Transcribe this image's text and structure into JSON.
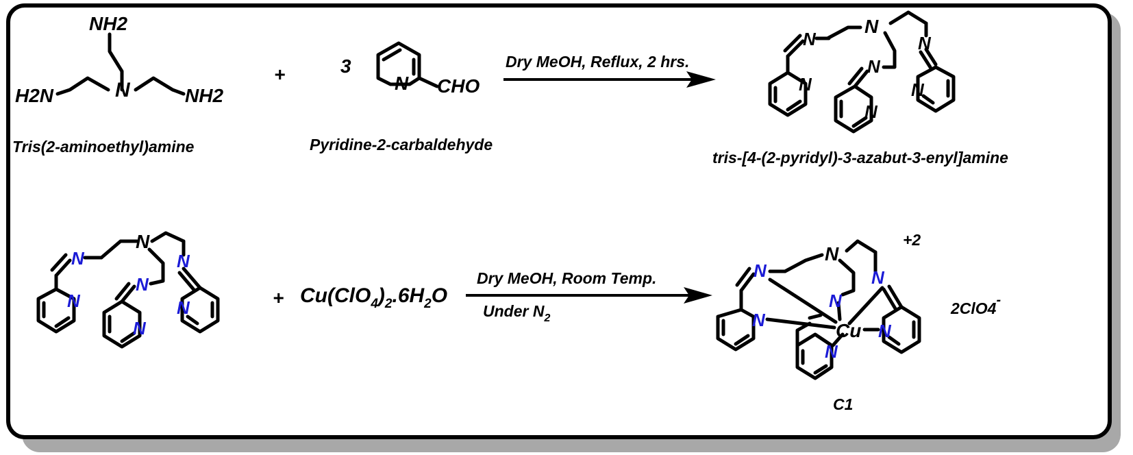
{
  "reaction1": {
    "reactant1": {
      "name": "Tris(2-aminoethyl)amine",
      "atoms": {
        "nh2_top": "NH2",
        "h2n_left": "H2N",
        "n_center": "N",
        "nh2_right": "NH2"
      }
    },
    "plus": "+",
    "coefficient": "3",
    "reactant2": {
      "name": "Pyridine-2-carbaldehyde",
      "atoms": {
        "ring_n": "N",
        "cho": "CHO"
      }
    },
    "conditions": "Dry MeOH, Reflux, 2 hrs.",
    "product": {
      "name": "tris-[4-(2-pyridyl)-3-azabut-3-enyl]amine"
    }
  },
  "reaction2": {
    "plus": "+",
    "reagent": "Cu(ClO4)2.6H2O",
    "conditions_above": "Dry MeOH, Room Temp.",
    "conditions_below": "Under N2",
    "product": {
      "label": "C1",
      "charge": "+2",
      "counterion": "2ClO4-",
      "metal": "Cu"
    }
  },
  "colors": {
    "nitrogen": "#1b1bd6",
    "bond": "#000000",
    "frame": "#000000",
    "shadow": "#a8a8a8"
  }
}
